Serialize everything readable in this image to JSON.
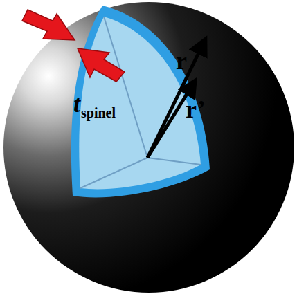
{
  "diagram": {
    "labels": [
      "r",
      "r’",
      "t",
      "spinel"
    ]
  }
}
